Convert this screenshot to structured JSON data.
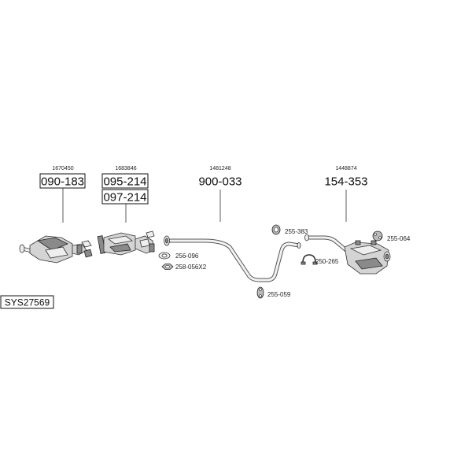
{
  "system_code": "SYS27569",
  "groups": [
    {
      "small_number": "1670450",
      "part_numbers": [
        "090-183"
      ]
    },
    {
      "small_number": "1683846",
      "part_numbers": [
        "095-214",
        "097-214"
      ]
    },
    {
      "small_number": "1481248",
      "part_numbers": [
        "900-033"
      ]
    },
    {
      "small_number": "1448874",
      "part_numbers": [
        "154-353"
      ]
    }
  ],
  "accessories": [
    {
      "code": "256-096",
      "icon": "gasket-icon"
    },
    {
      "code": "258-056X2",
      "icon": "nut-icon"
    },
    {
      "code": "255-059",
      "icon": "rubber-hanger-icon"
    },
    {
      "code": "255-383",
      "icon": "rubber-ring-icon"
    },
    {
      "code": "250-265",
      "icon": "clamp-icon"
    },
    {
      "code": "255-064",
      "icon": "rubber-hanger-icon"
    }
  ]
}
